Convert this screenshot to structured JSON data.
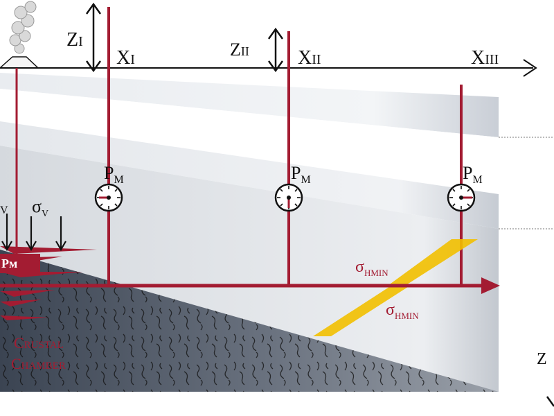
{
  "depth_labels": {
    "z1": "Z",
    "z1_sub": "I",
    "z2": "Z",
    "z2_sub": "II",
    "z_edge": "Z"
  },
  "location_labels": {
    "x1": "X",
    "x1_sub": "I",
    "x2": "X",
    "x2_sub": "II",
    "x3": "X",
    "x3_sub": "III"
  },
  "gauge_label": "P",
  "gauge_sub": "M",
  "magma_pressure_label": "Pм",
  "sigma_v": "σ",
  "sigma_v_sub": "V",
  "sigma_v_partial": "V",
  "sigma_hmin": "σ",
  "sigma_hmin_sub": "HMIN",
  "chamber_label_line1": "Crustal",
  "chamber_label_line2": "Chamber",
  "colors": {
    "dike": "#a31c32",
    "fracture": "#f2c000",
    "rock": "#3a4350",
    "label": "#a31c32",
    "ink": "#111111"
  }
}
